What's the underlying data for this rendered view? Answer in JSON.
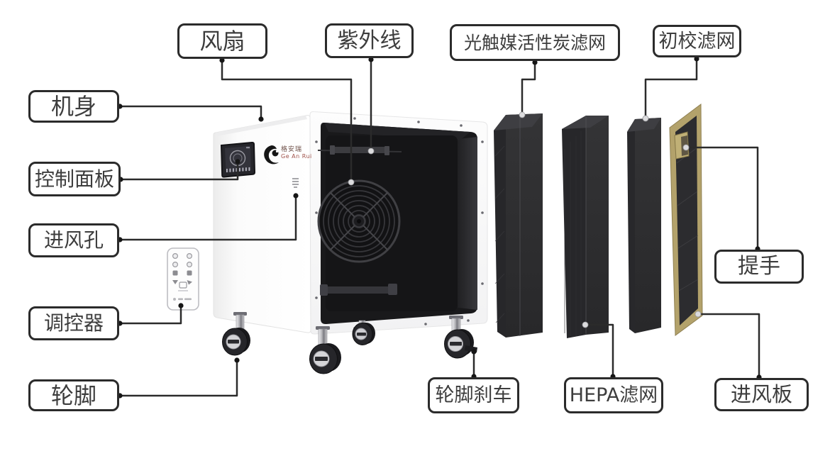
{
  "diagram_type": "air-purifier-exploded-parts-diagram",
  "labels": [
    {
      "id": "fan",
      "text": "风扇"
    },
    {
      "id": "uv-light",
      "text": "紫外线"
    },
    {
      "id": "photocatalyst-carbon-filter",
      "text": "光触媒活性炭滤网"
    },
    {
      "id": "primary-filter",
      "text": "初校滤网"
    },
    {
      "id": "body",
      "text": "机身"
    },
    {
      "id": "control-panel",
      "text": "控制面板"
    },
    {
      "id": "air-inlet-hole",
      "text": "进风孔"
    },
    {
      "id": "remote-controller",
      "text": "调控器"
    },
    {
      "id": "casters",
      "text": "轮脚"
    },
    {
      "id": "caster-brake",
      "text": "轮脚刹车"
    },
    {
      "id": "hepa-filter",
      "text": "HEPA滤网"
    },
    {
      "id": "handle",
      "text": "提手"
    },
    {
      "id": "air-inlet-panel",
      "text": "进风板"
    }
  ],
  "device": {
    "logo_cn": "格安瑞",
    "logo_en": "Ge An Rui"
  },
  "colors": {
    "background": "#ffffff",
    "label_border": "#2b2b2b",
    "label_text": "#3d3d3d",
    "callout_line": "#2b2b2b",
    "body_white": "#f8f8f8",
    "cavity_dark": "#19191b",
    "filter_dark": "#2f2f31",
    "inlet_panel_frame": "#b3a26b"
  }
}
